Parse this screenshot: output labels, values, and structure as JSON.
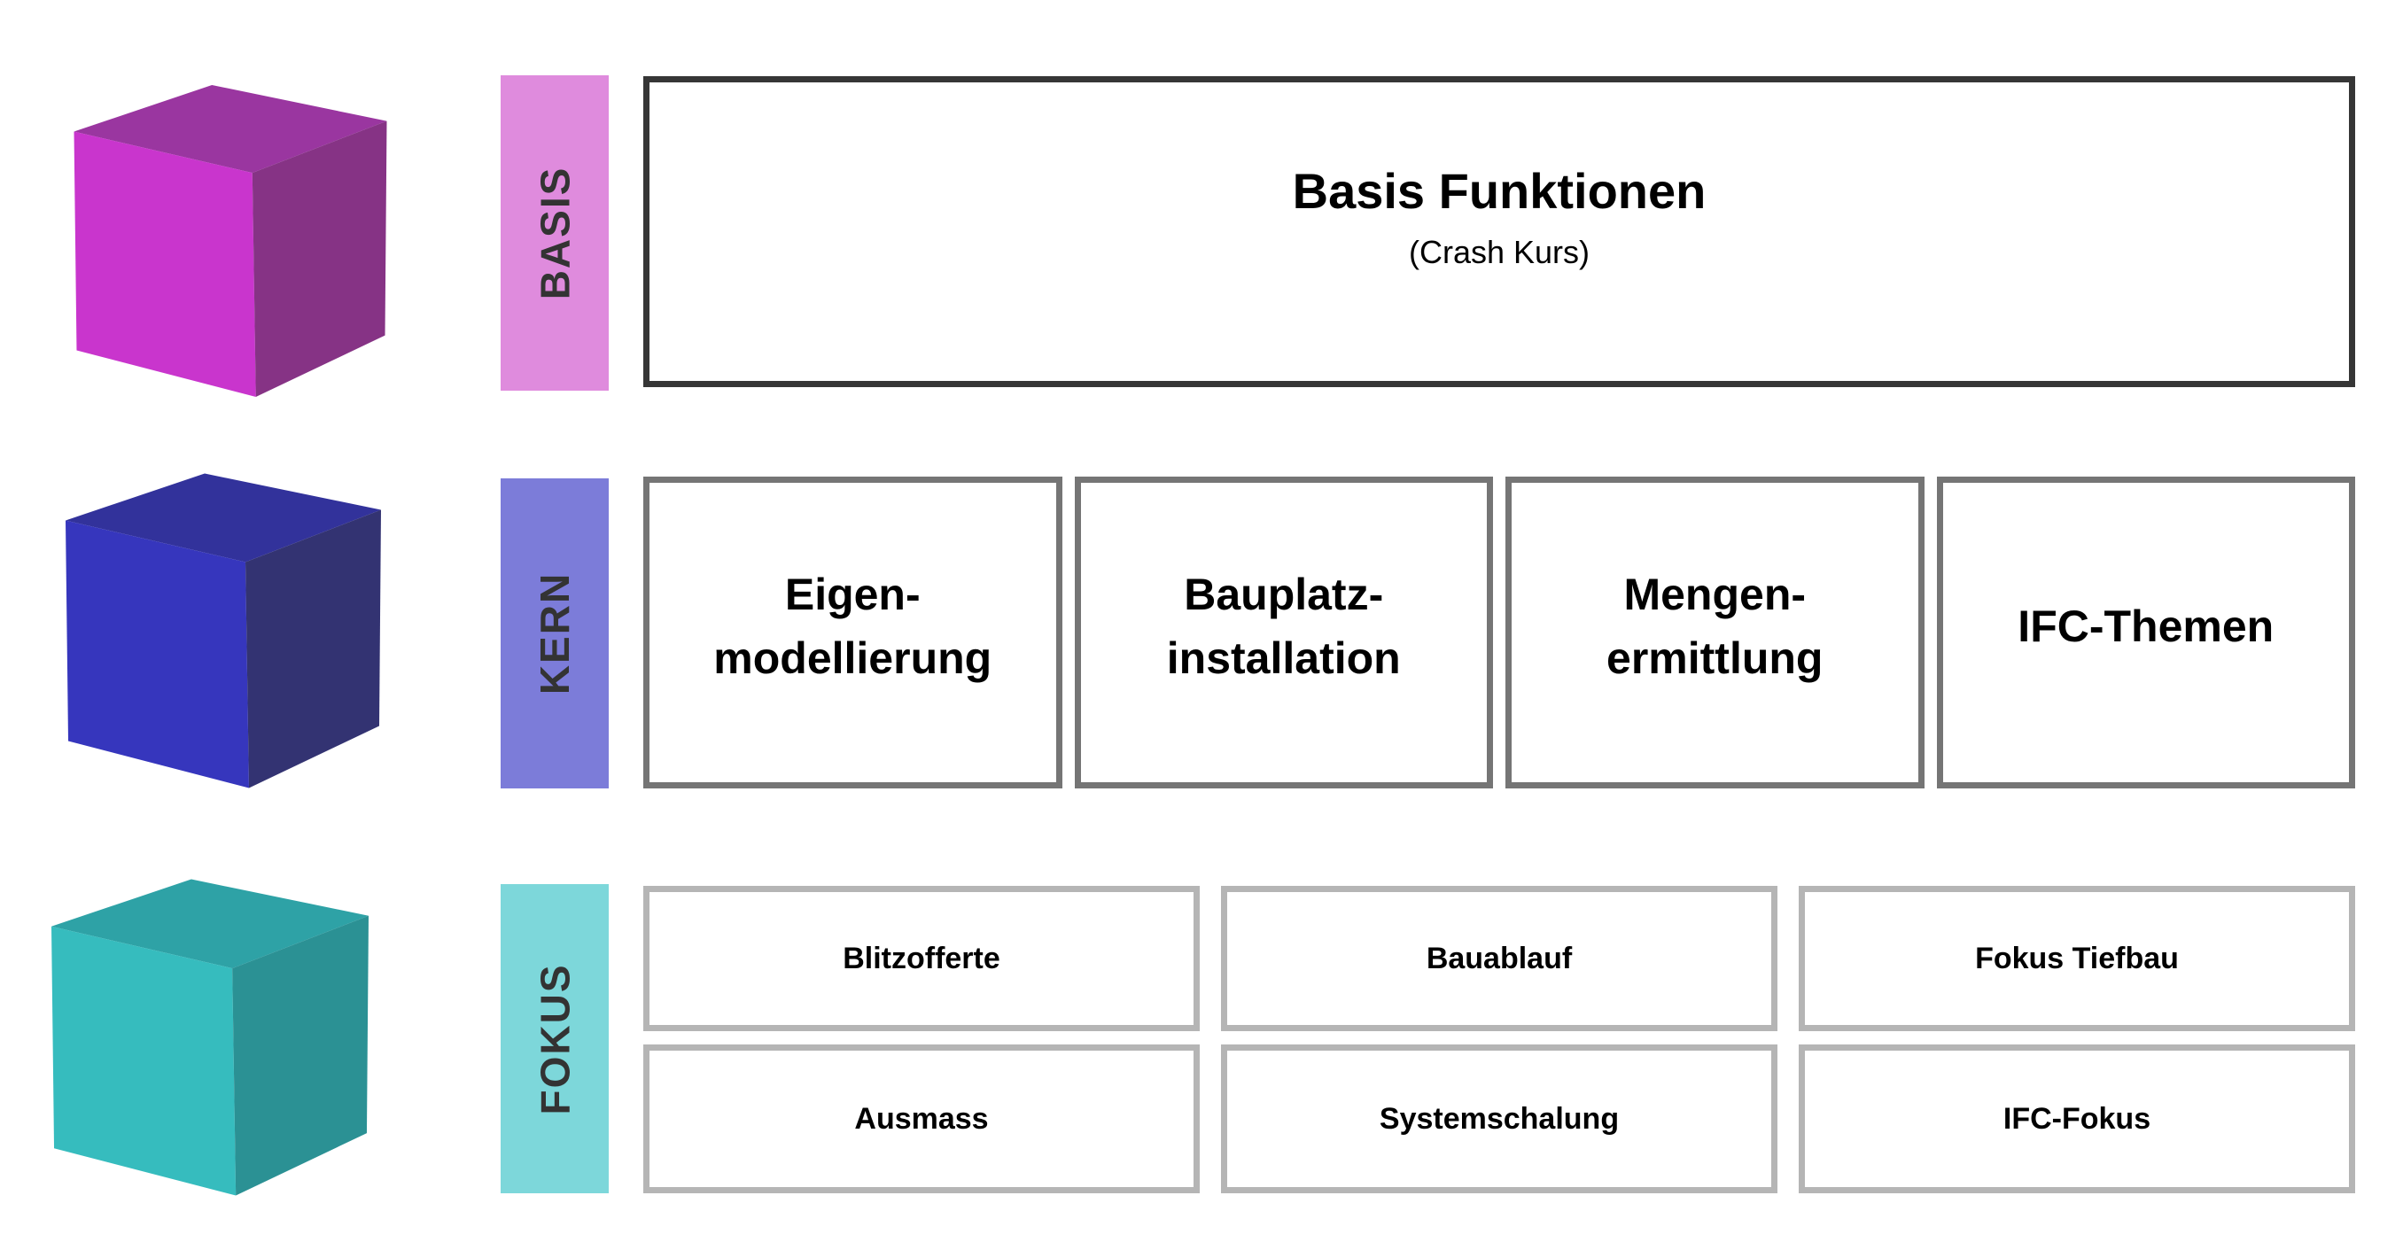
{
  "rows": [
    {
      "label": "BASIS",
      "bar_color": "#df8bdd",
      "cube_colors": {
        "top": "#9a36a0",
        "front": "#c935cd",
        "right": "#863385"
      },
      "box": {
        "title": "Basis Funktionen",
        "subtitle": "(Crash Kurs)"
      }
    },
    {
      "label": "KERN",
      "bar_color": "#7c7cd9",
      "cube_colors": {
        "top": "#32329b",
        "front": "#3636bd",
        "right": "#333372"
      },
      "boxes": [
        "Eigen-\nmodellierung",
        "Bauplatz-\ninstallation",
        "Mengen-\nermittlung",
        "IFC-Themen"
      ]
    },
    {
      "label": "FOKUS",
      "bar_color": "#7dd7da",
      "cube_colors": {
        "top": "#2ea2a6",
        "front": "#36bcbe",
        "right": "#2b9194"
      },
      "boxes_row1": [
        "Blitzofferte",
        "Bauablauf",
        "Fokus Tiefbau"
      ],
      "boxes_row2": [
        "Ausmass",
        "Systemschalung",
        "IFC-Fokus"
      ]
    }
  ],
  "styles": {
    "basis_border": "#363636",
    "kern_border": "#757575",
    "fokus_border": "#b5b5b5",
    "label_text_color": "#333333"
  }
}
